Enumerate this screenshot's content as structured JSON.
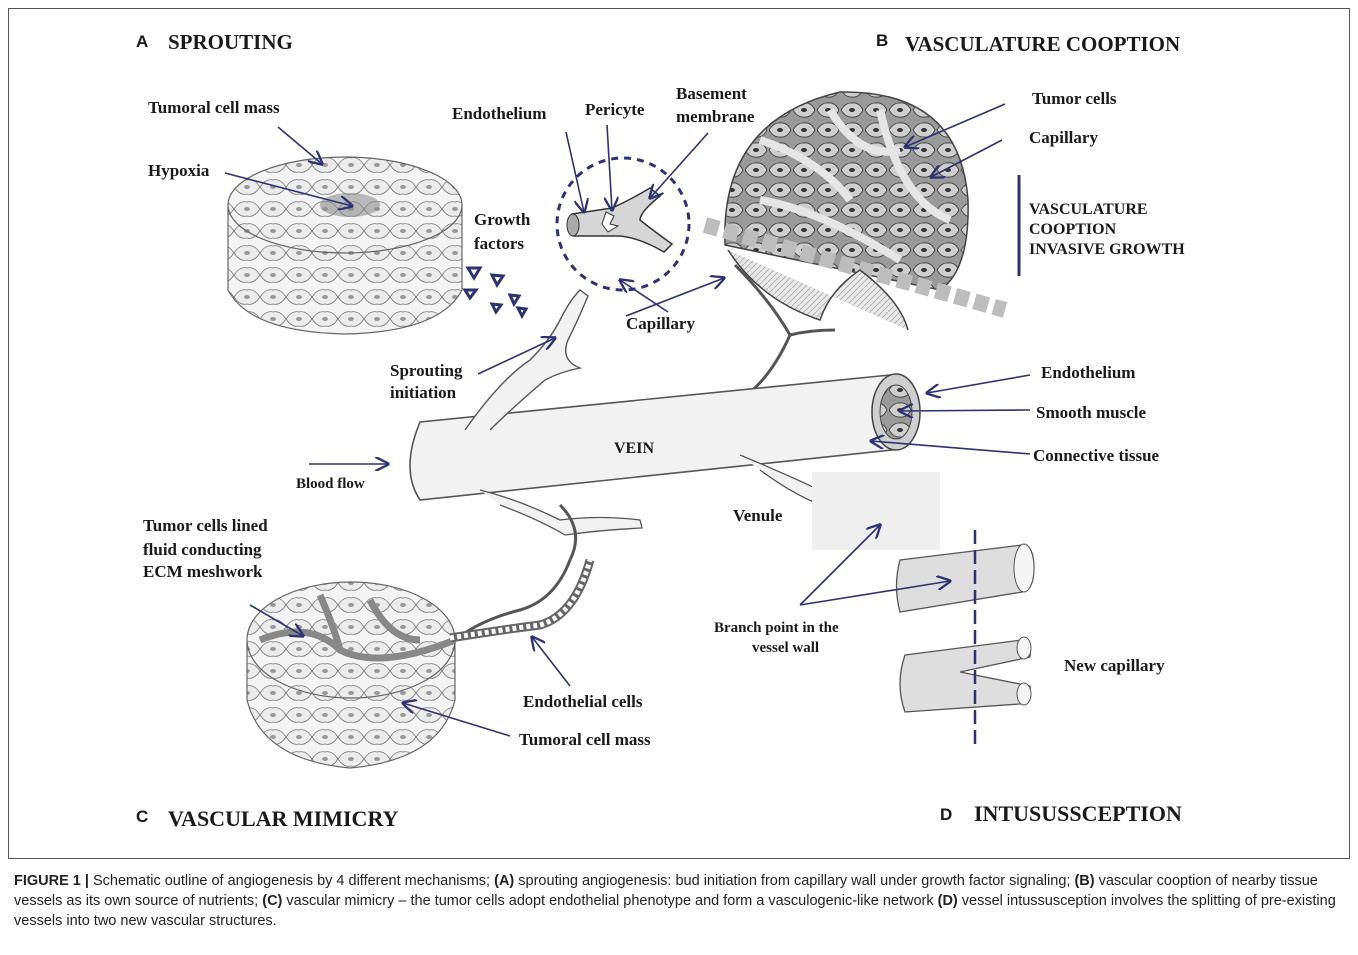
{
  "panels": {
    "a": {
      "letter": "A",
      "title": "SPROUTING"
    },
    "b": {
      "letter": "B",
      "title": "VASCULATURE COOPTION"
    },
    "c": {
      "letter": "C",
      "title": "VASCULAR MIMICRY"
    },
    "d": {
      "letter": "D",
      "title": "INTUSUSSCEPTION"
    }
  },
  "labels": {
    "tumoral_cell_mass_top": "Tumoral cell mass",
    "hypoxia": "Hypoxia",
    "growth_factors_1": "Growth",
    "growth_factors_2": "factors",
    "endothelium_top": "Endothelium",
    "pericyte": "Pericyte",
    "basement_1": "Basement",
    "basement_2": "membrane",
    "capillary_mid": "Capillary",
    "sprouting_1": "Sprouting",
    "sprouting_2": "initiation",
    "blood_flow": "Blood flow",
    "vein": "VEIN",
    "tumor_cells_b": "Tumor cells",
    "capillary_b": "Capillary",
    "invasive_1": "VASCULATURE",
    "invasive_2": "COOPTION",
    "invasive_3": "INVASIVE GROWTH",
    "endothelium_right": "Endothelium",
    "smooth_muscle": "Smooth muscle",
    "connective_tissue": "Connective tissue",
    "venule": "Venule",
    "tumor_lined_1": "Tumor cells  lined",
    "tumor_lined_2": "fluid conducting",
    "tumor_lined_3": "ECM meshwork",
    "endothelial_cells": "Endothelial cells",
    "tumoral_cell_mass_bottom": "Tumoral cell mass",
    "branch_point_1": "Branch point in the",
    "branch_point_2": "vessel wall",
    "new_capillary": "New capillary"
  },
  "caption": {
    "fig": "FIGURE 1 |",
    "t1": " Schematic outline of angiogenesis by 4 different mechanisms; ",
    "a": "(A)",
    "t2": " sprouting angiogenesis: bud initiation from capillary wall under growth factor signaling; ",
    "b": "(B)",
    "t3": " vascular cooption of nearby tissue vessels as its own source of nutrients; ",
    "c": "(C)",
    "t4": " vascular mimicry – the tumor cells adopt endothelial phenotype and form a vasculogenic-like network ",
    "d": "(D)",
    "t5": " vessel intussusception involves the splitting of pre-existing vessels into two new vascular structures."
  },
  "colors": {
    "frame": "#555555",
    "arrow": "#2e3270",
    "ink": "#1a1a1a"
  }
}
